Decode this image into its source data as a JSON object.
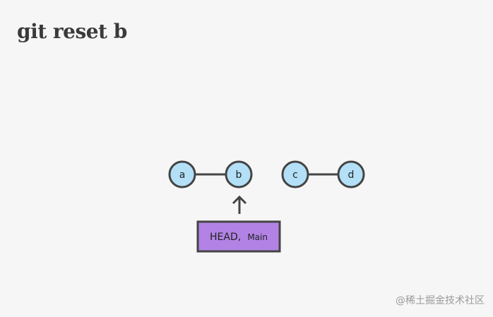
{
  "title": "git reset b",
  "colors": {
    "background": "#f6f6f6",
    "node_fill": "#b3e0f7",
    "node_stroke": "#444444",
    "ref_fill": "#b283e4",
    "ref_stroke": "#444444",
    "edge": "#444444"
  },
  "commits": [
    {
      "label": "a"
    },
    {
      "label": "b"
    },
    {
      "label": "c"
    },
    {
      "label": "d"
    }
  ],
  "ref_box": {
    "head_label": "HEAD,",
    "branch_label": "Main"
  },
  "watermark": "@稀土掘金技术社区"
}
